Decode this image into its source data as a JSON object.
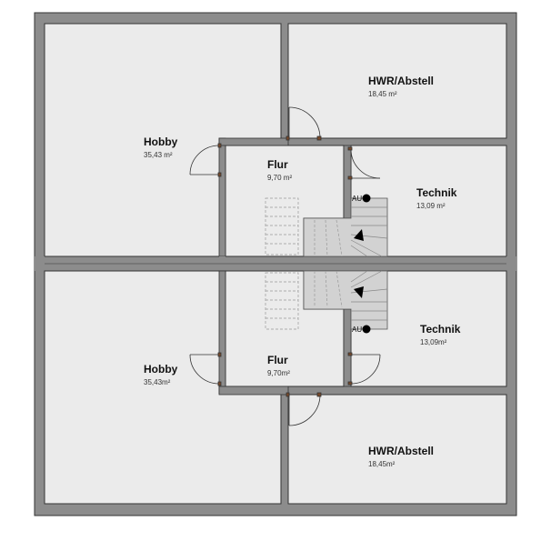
{
  "rooms": [
    {
      "id": "hobby-top",
      "name": "Hobby",
      "area": "35,43 m²"
    },
    {
      "id": "hwr-top",
      "name": "HWR/Abstell",
      "area": "18,45 m²"
    },
    {
      "id": "flur-top",
      "name": "Flur",
      "area": "9,70 m²"
    },
    {
      "id": "technik-top",
      "name": "Technik",
      "area": "13,09 m²"
    },
    {
      "id": "hobby-bottom",
      "name": "Hobby",
      "area": "35,43m²"
    },
    {
      "id": "flur-bottom",
      "name": "Flur",
      "area": "9,70m²"
    },
    {
      "id": "technik-bottom",
      "name": "Technik",
      "area": "13,09m²"
    },
    {
      "id": "hwr-bottom",
      "name": "HWR/Abstell",
      "area": "18,45m²"
    }
  ],
  "labels": {
    "au_top": "AU",
    "au_bottom": "AU"
  },
  "colors": {
    "wall": "#8c8c8c",
    "floor": "#ebebeb",
    "outline": "#333333",
    "frame": "#7a4a2a"
  },
  "icons": {
    "stair_arrow": "triangle-arrow-icon",
    "au_marker": "filled-circle-icon"
  }
}
